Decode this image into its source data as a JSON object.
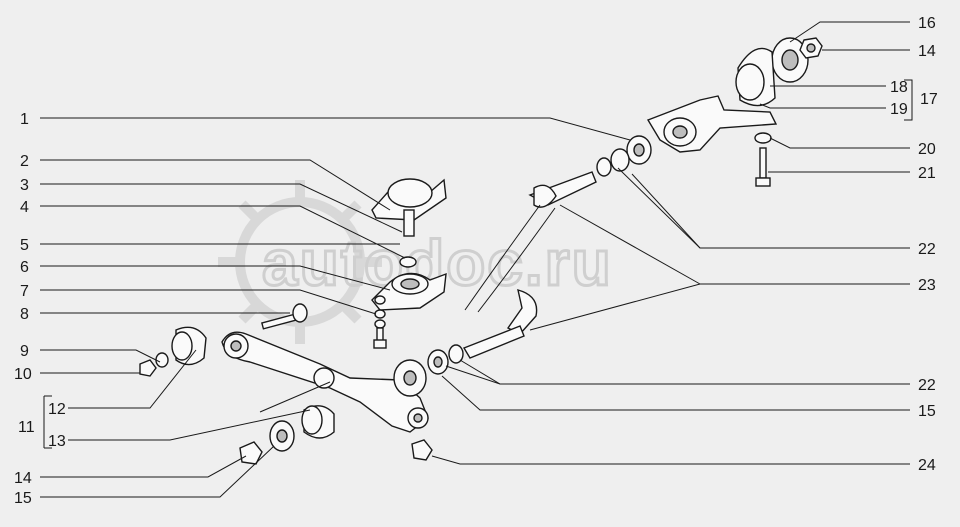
{
  "watermark": {
    "text": "autodoc.ru"
  },
  "labels": {
    "left": [
      "1",
      "2",
      "3",
      "4",
      "5",
      "6",
      "7",
      "8",
      "9",
      "10",
      "12",
      "11",
      "13",
      "14",
      "15"
    ],
    "right": [
      "16",
      "14",
      "18",
      "17",
      "19",
      "20",
      "21",
      "22",
      "23",
      "22",
      "15",
      "24"
    ]
  }
}
